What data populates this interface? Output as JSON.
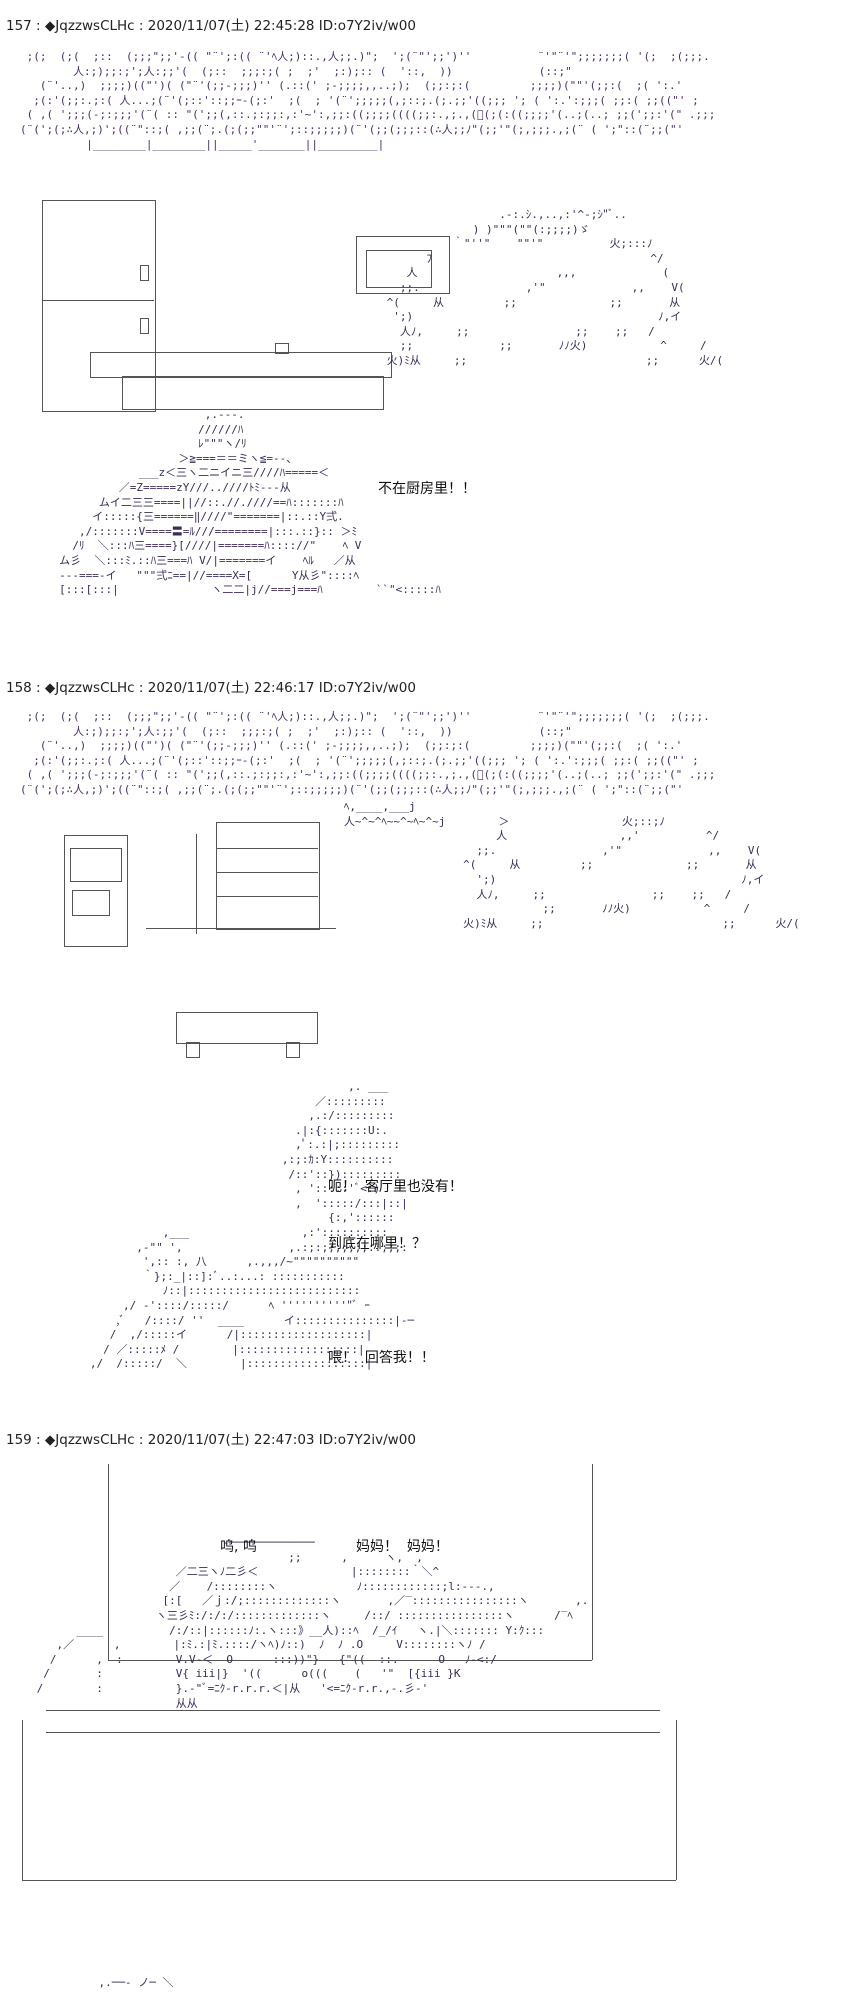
{
  "posts": [
    {
      "header": "157 : ◆JqzzwsCLHc : 2020/11/07(土) 22:45:28 ID:o7Y2iv/w00",
      "dialog": [
        "不在厨房里！！"
      ]
    },
    {
      "header": "158 : ◆JqzzwsCLHc : 2020/11/07(土) 22:46:17 ID:o7Y2iv/w00",
      "dialog": [
        "呃！  客厅里也没有！",
        "到底在哪里！？",
        "",
        "喂！  回答我！！"
      ]
    },
    {
      "header": "159 : ◆JqzzwsCLHc : 2020/11/07(土) 22:47:03 ID:o7Y2iv/w00",
      "dialog": [
        "呜, 呜",
        "妈妈！  妈妈！"
      ]
    }
  ]
}
